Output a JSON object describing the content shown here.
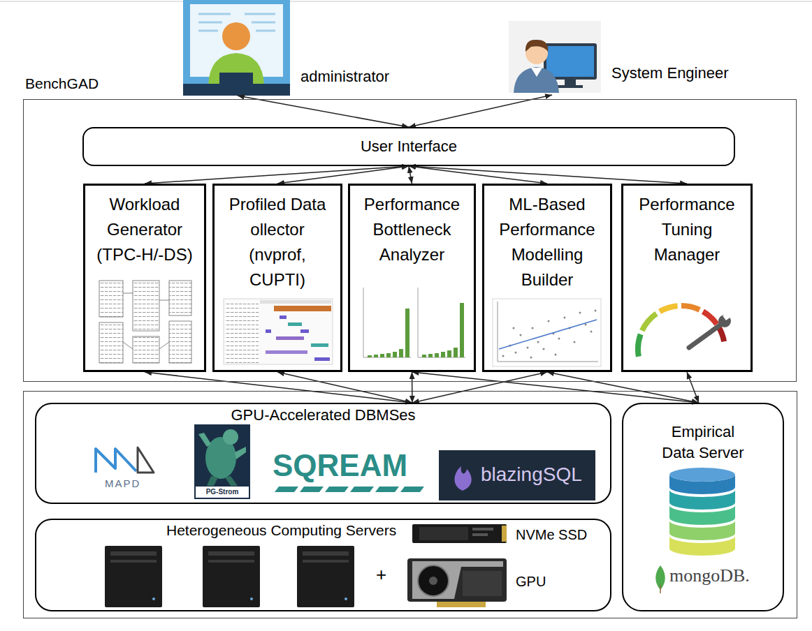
{
  "diagram": {
    "nodes": [
      {
        "text": [
          "administrator"
        ]
      },
      {
        "text": [
          "System Engineer"
        ]
      },
      {
        "text": [
          "BenchGAD"
        ]
      },
      {
        "text": [
          "User Interface"
        ],
        "in": 2
      },
      {
        "text": [
          "Workload Generator (TPC-H/-DS)"
        ],
        "in": 2
      },
      {
        "text": [
          "Profiled Data ollector (nvprof, CUPTI)"
        ],
        "in": 2
      },
      {
        "text": [
          "Performance Bottleneck Analyzer"
        ],
        "in": 2
      },
      {
        "text": [
          "ML-Based Performance Modelling Builder"
        ],
        "in": 2
      },
      {
        "text": [
          "Performance Tuning Manager"
        ],
        "in": 2
      },
      {
        "text": [
          "GPU-Accelerated DBMSes",
          "MAPD",
          "PG-Strom",
          "SQREAM",
          "blazingSQL"
        ]
      },
      {
        "text": [
          "Heterogeneous Computing Servers",
          "+",
          "NVMe SSD",
          "GPU"
        ]
      },
      {
        "text": [
          "Empirical Data Server",
          "mongoDB."
        ]
      }
    ],
    "edges": [
      {
        "from": 0,
        "to": 3,
        "arrow": "both"
      },
      {
        "from": 1,
        "to": 3,
        "arrow": "both"
      },
      {
        "from": 3,
        "to": 4,
        "arrow": "both"
      },
      {
        "from": 3,
        "to": 5,
        "arrow": "both"
      },
      {
        "from": 3,
        "to": 6,
        "arrow": "both"
      },
      {
        "from": 3,
        "to": 7,
        "arrow": "both"
      },
      {
        "from": 3,
        "to": 8,
        "arrow": "both"
      },
      {
        "from": 4,
        "to": 9,
        "arrow": "both"
      },
      {
        "from": 5,
        "to": 9,
        "arrow": "both"
      },
      {
        "from": 6,
        "to": 9,
        "arrow": "both"
      },
      {
        "from": 7,
        "to": 9,
        "arrow": "both"
      },
      {
        "from": 6,
        "to": 11,
        "arrow": "both"
      },
      {
        "from": 7,
        "to": 11,
        "arrow": "both"
      },
      {
        "from": 8,
        "to": 11,
        "arrow": "both"
      }
    ]
  }
}
